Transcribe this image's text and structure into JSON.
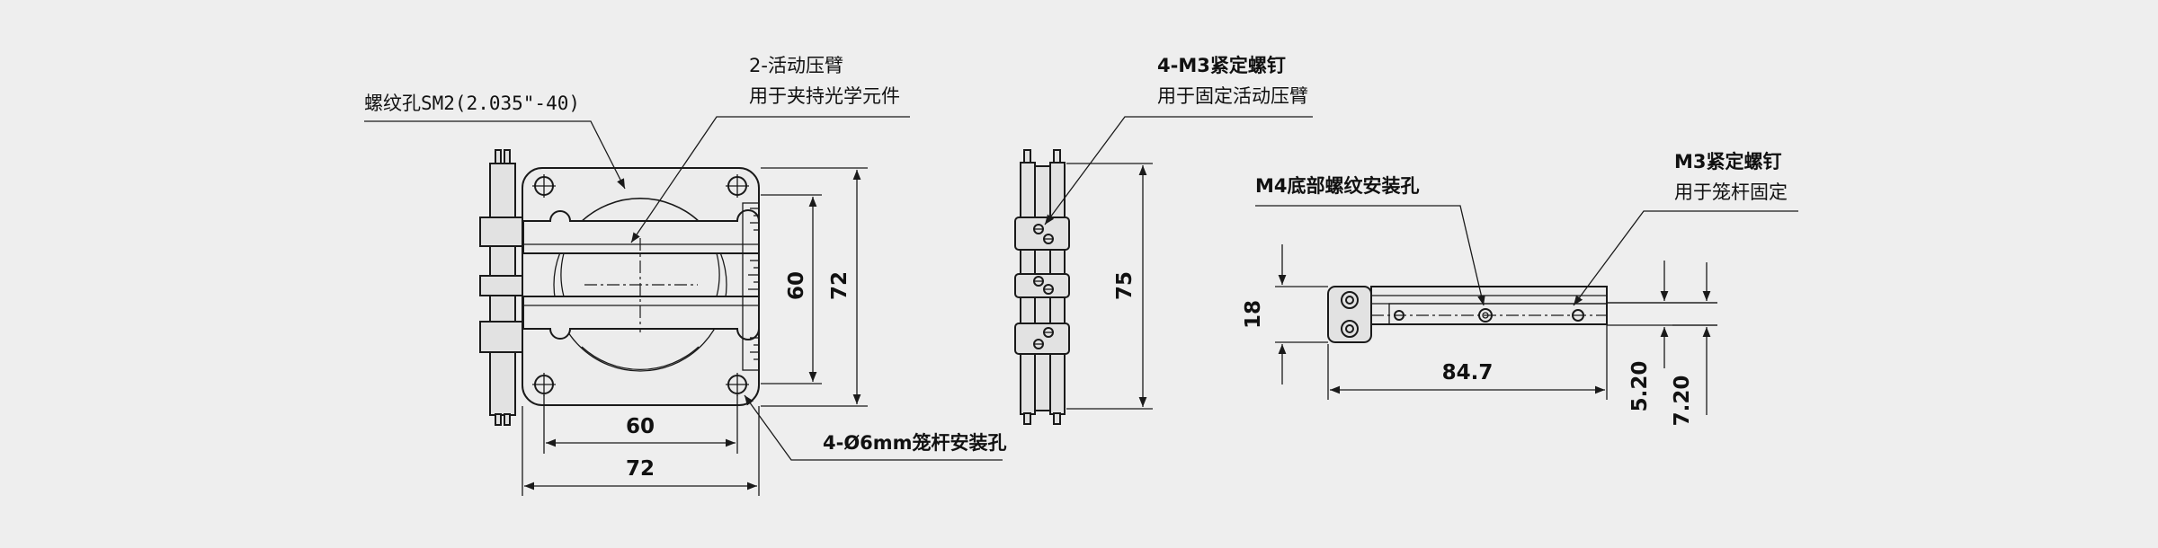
{
  "labels": {
    "thread_hole": "螺纹孔SM2(2.035\"-40)",
    "clamp_arm_line1": "2-活动压臂",
    "clamp_arm_line2": "用于夹持光学元件",
    "set_screw4_line1": "4-M3紧定螺钉",
    "set_screw4_line2": "用于固定活动压臂",
    "cage_hole": "4-Ø6mm笼杆安装孔",
    "m4_hole": "M4底部螺纹安装孔",
    "m3_screw_line1": "M3紧定螺钉",
    "m3_screw_line2": "用于笼杆固定"
  },
  "dimensions": {
    "front_inner_height": "60",
    "front_outer_height": "72",
    "front_inner_width": "60",
    "front_outer_width": "72",
    "side_height": "75",
    "top_thickness": "18",
    "top_length": "84.7",
    "top_offset_a": "5.20",
    "top_offset_b": "7.20"
  },
  "colors": {
    "background": "#eeeeee",
    "line": "#1a1a1a",
    "part_fill": "#e2e2e2"
  }
}
